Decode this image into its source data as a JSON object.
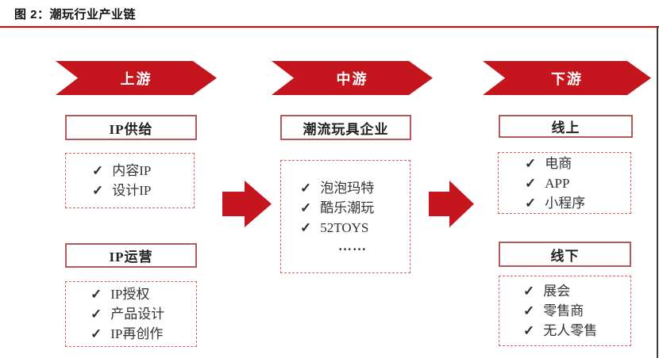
{
  "figure": {
    "title": "图 2：潮玩行业产业链"
  },
  "check": "✓",
  "colors": {
    "accent_red": "#c5161f",
    "rule_red": "#e00000",
    "box_border": "#b2595b",
    "dashed_border": "#dd5f5f"
  },
  "columns": [
    {
      "banner": "上游",
      "sections": [
        {
          "header": "IP供给",
          "items": [
            "内容IP",
            "设计IP"
          ]
        },
        {
          "header": "IP运营",
          "items": [
            "IP授权",
            "产品设计",
            "IP再创作"
          ]
        }
      ]
    },
    {
      "banner": "中游",
      "sections": [
        {
          "header": "潮流玩具企业",
          "items": [
            "泡泡玛特",
            "酷乐潮玩",
            "52TOYS"
          ],
          "more": "……"
        }
      ]
    },
    {
      "banner": "下游",
      "sections": [
        {
          "header": "线上",
          "items": [
            "电商",
            "APP",
            "小程序"
          ]
        },
        {
          "header": "线下",
          "items": [
            "展会",
            "零售商",
            "无人零售"
          ]
        }
      ]
    }
  ]
}
